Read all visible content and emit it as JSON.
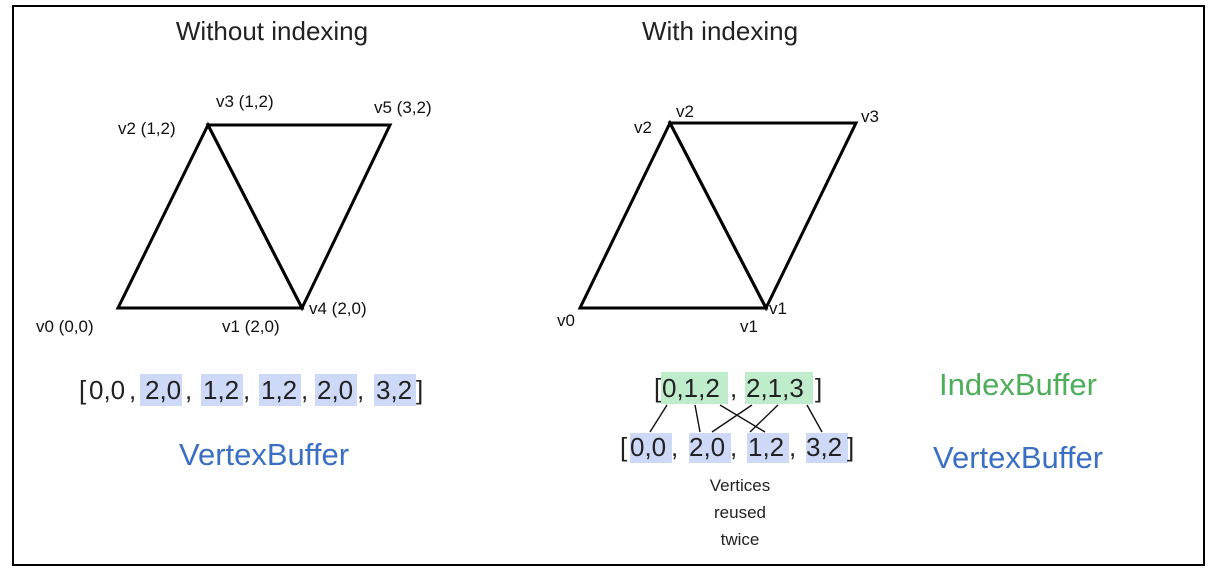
{
  "left": {
    "title": "Without indexing",
    "vertices": [
      "v0 (0,0)",
      "v1 (2,0)",
      "v2 (1,2)",
      "v3 (1,2)",
      "v4 (2,0)",
      "v5 (3,2)"
    ],
    "buffer_values": [
      "0,0",
      "2,0",
      "1,2",
      "1,2",
      "2,0",
      "3,2"
    ],
    "buffer_open": "[",
    "buffer_close": "]",
    "caption": "VertexBuffer"
  },
  "right": {
    "title": "With indexing",
    "vertices": [
      "v0",
      "v1",
      "v2",
      "v1",
      "v2",
      "v3"
    ],
    "index_values": [
      "0,1,2",
      "2,1,3"
    ],
    "vertex_values": [
      "0,0",
      "2,0",
      "1,2",
      "3,2"
    ],
    "buffer_open": "[",
    "buffer_close": "]",
    "index_caption": "IndexBuffer",
    "vertex_caption": "VertexBuffer",
    "note_lines": [
      "Vertices",
      "reused",
      "twice"
    ]
  },
  "colors": {
    "vertex_highlight": "#cdd9f7",
    "index_highlight": "#bfeccb",
    "vertex_caption": "#3a6fc4",
    "index_caption": "#4fae5c"
  }
}
